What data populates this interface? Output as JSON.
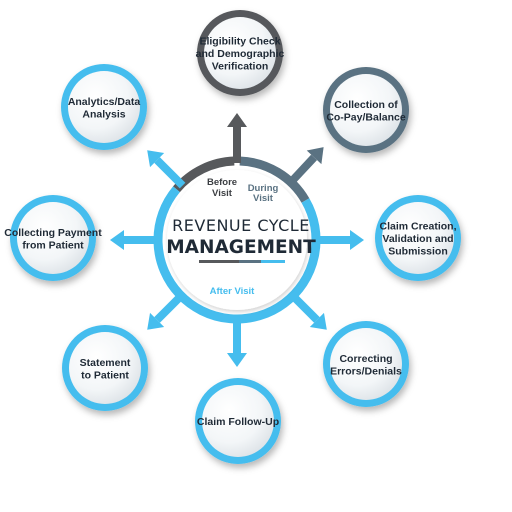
{
  "center": {
    "title_line1": "REVENUE CYCLE",
    "title_line2": "MANAGEMENT"
  },
  "phases": {
    "before_line1": "Before",
    "before_line2": "Visit",
    "during_line1": "During",
    "during_line2": "Visit",
    "after": "After Visit"
  },
  "nodes": [
    {
      "lines": [
        "Eligibility Check",
        "and Demographic",
        "Verification"
      ]
    },
    {
      "lines": [
        "Collection of",
        "Co-Pay/Balance"
      ]
    },
    {
      "lines": [
        "Claim Creation,",
        "Validation and",
        "Submission"
      ]
    },
    {
      "lines": [
        "Correcting",
        "Errors/Denials"
      ]
    },
    {
      "lines": [
        "Claim Follow-Up"
      ]
    },
    {
      "lines": [
        "Statement",
        "to Patient"
      ]
    },
    {
      "lines": [
        "Collecting Payment",
        "from Patient"
      ]
    },
    {
      "lines": [
        "Analytics/Data",
        "Analysis"
      ]
    }
  ],
  "colors": {
    "blue": "#45bdee",
    "dark_gray": "#57595c",
    "slate": "#5a7282",
    "text": "#1f2a36"
  }
}
